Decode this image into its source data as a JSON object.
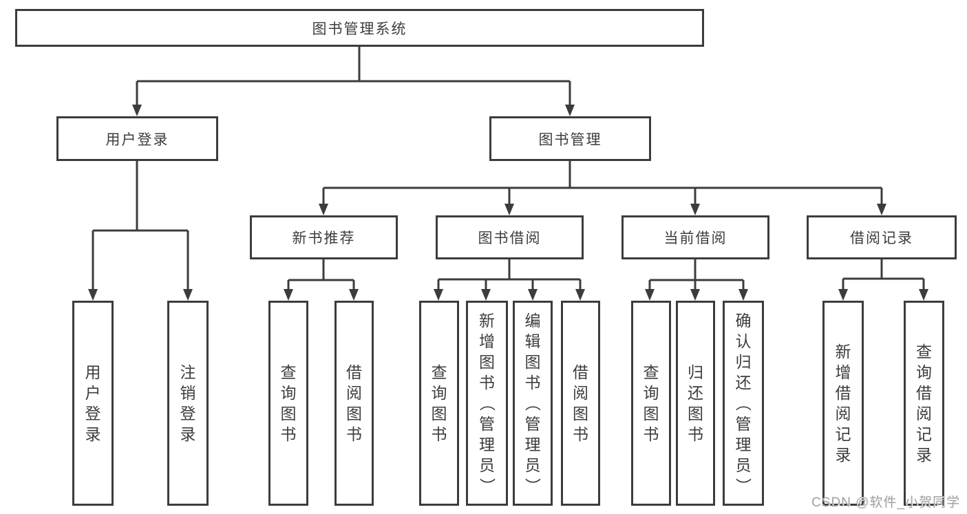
{
  "tree": {
    "label": "图书管理系统",
    "children": [
      {
        "label": "用户登录",
        "children": [
          {
            "label": "用户登录"
          },
          {
            "label": "注销登录"
          }
        ]
      },
      {
        "label": "图书管理",
        "children": [
          {
            "label": "新书推荐",
            "children": [
              {
                "label": "查询图书"
              },
              {
                "label": "借阅图书"
              }
            ]
          },
          {
            "label": "图书借阅",
            "children": [
              {
                "label": "查询图书"
              },
              {
                "label": "新增图书（管理员）"
              },
              {
                "label": "编辑图书（管理员）"
              },
              {
                "label": "借阅图书"
              }
            ]
          },
          {
            "label": "当前借阅",
            "children": [
              {
                "label": "查询图书"
              },
              {
                "label": "归还图书"
              },
              {
                "label": "确认归还（管理员）"
              }
            ]
          },
          {
            "label": "借阅记录",
            "children": [
              {
                "label": "新增借阅记录"
              },
              {
                "label": "查询借阅记录"
              }
            ]
          }
        ]
      }
    ]
  },
  "watermark": {
    "text": "CSDN @软件_小贺同学"
  },
  "colors": {
    "line": "#3c3c3c",
    "text": "#3d3d3d",
    "watermark": "#a3a3a3",
    "background": "#ffffff"
  }
}
